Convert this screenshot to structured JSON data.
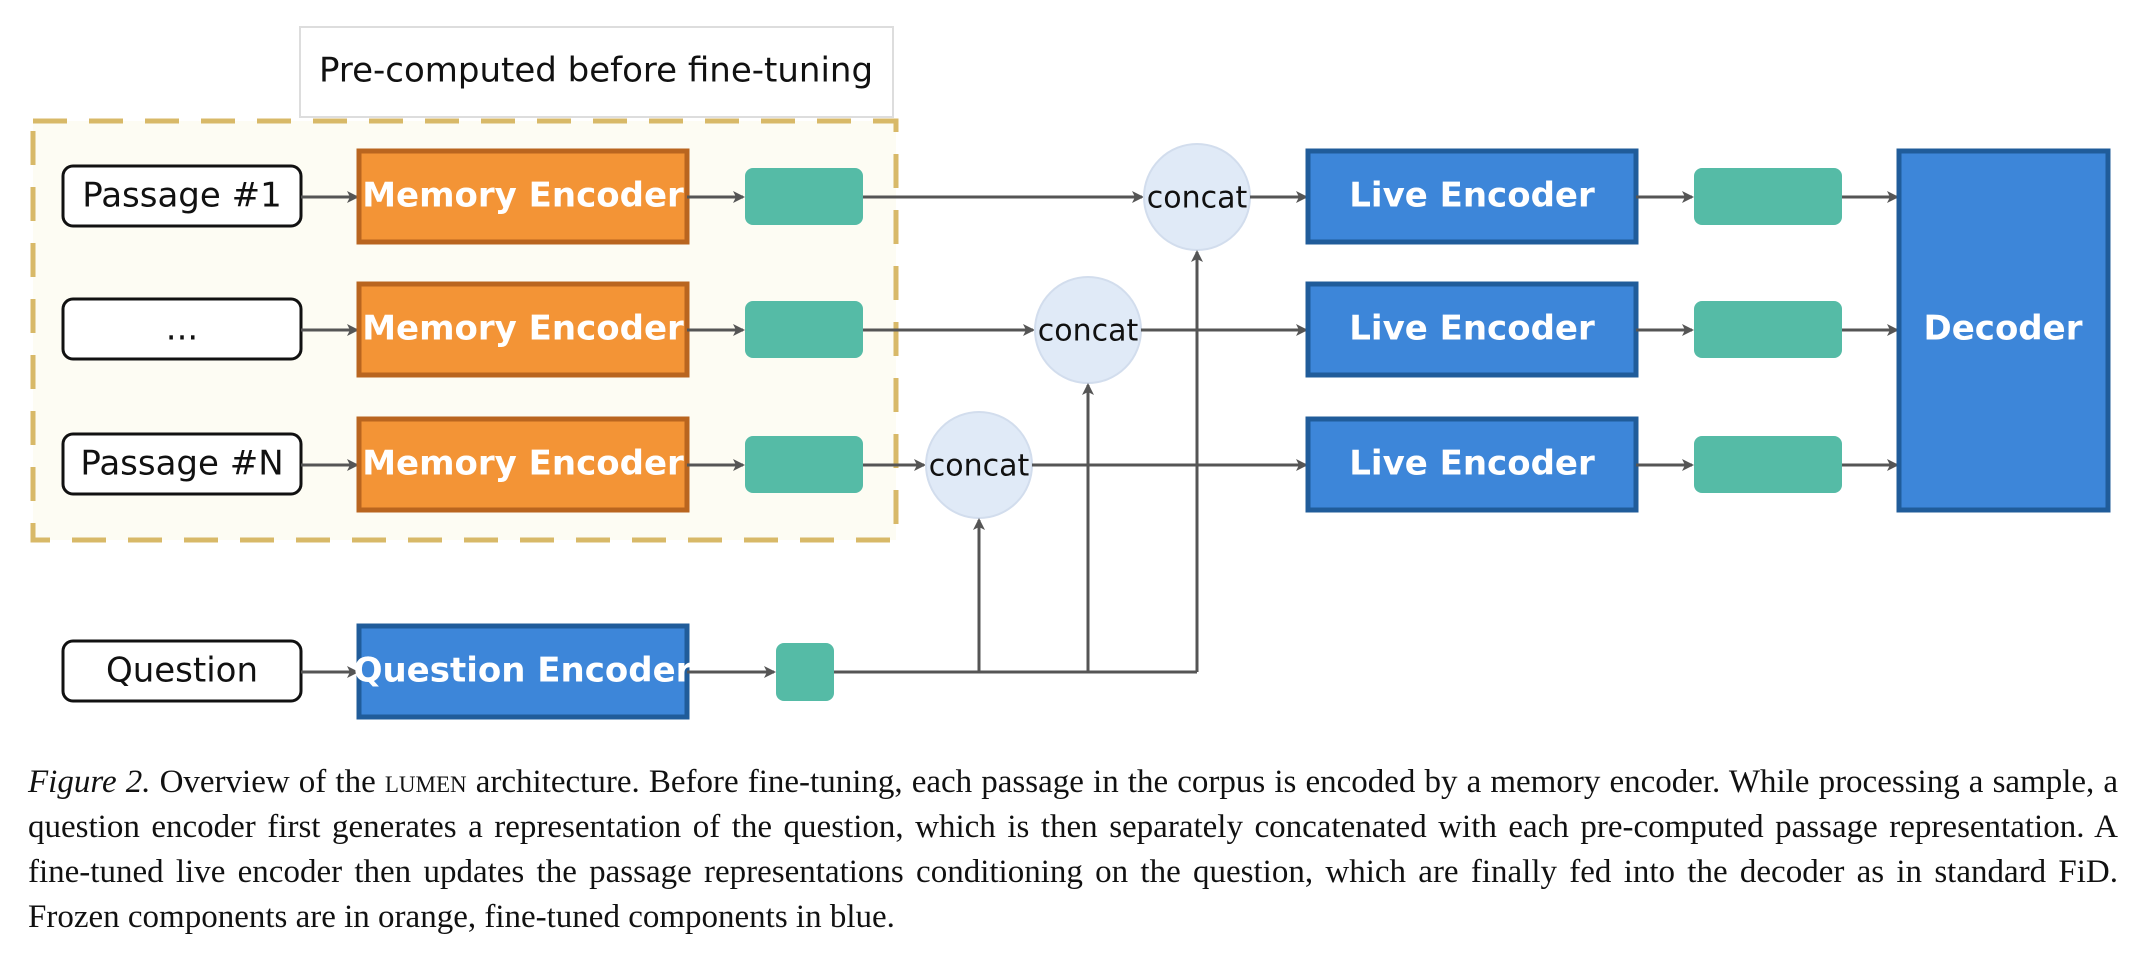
{
  "banner": {
    "label": "Pre-computed before fine-tuning"
  },
  "passages": [
    {
      "label": "Passage #1"
    },
    {
      "label": "..."
    },
    {
      "label": "Passage #N"
    }
  ],
  "question": {
    "label": "Question"
  },
  "memory_encoder_label": "Memory Encoder",
  "question_encoder_label": "Question Encoder",
  "concat_label": "concat",
  "live_encoder_label": "Live Encoder",
  "decoder_label": "Decoder",
  "colors": {
    "frozen": "#F39436",
    "frozen_border": "#B9651F",
    "finetuned": "#3D86D9",
    "finetuned_border": "#205C9A",
    "representation": "#55BBA6",
    "concat_node": "#E0EAF7",
    "precompute_region_fill": "#FDFCF3",
    "precompute_region_border": "#D8B968",
    "arrow": "#555555"
  },
  "caption": {
    "figure_label": "Figure 2.",
    "text_before_name": "Overview of the",
    "model_name": "lumen",
    "text_after_name": "architecture. Before fine-tuning, each passage in the corpus is encoded by a memory encoder. While processing a sample, a question encoder first generates a representation of the question, which is then separately concatenated with each pre-computed passage representation. A fine-tuned live encoder then updates the passage representations conditioning on the question, which are finally fed into the decoder as in standard FiD. Frozen components are in orange, fine-tuned components in blue."
  }
}
